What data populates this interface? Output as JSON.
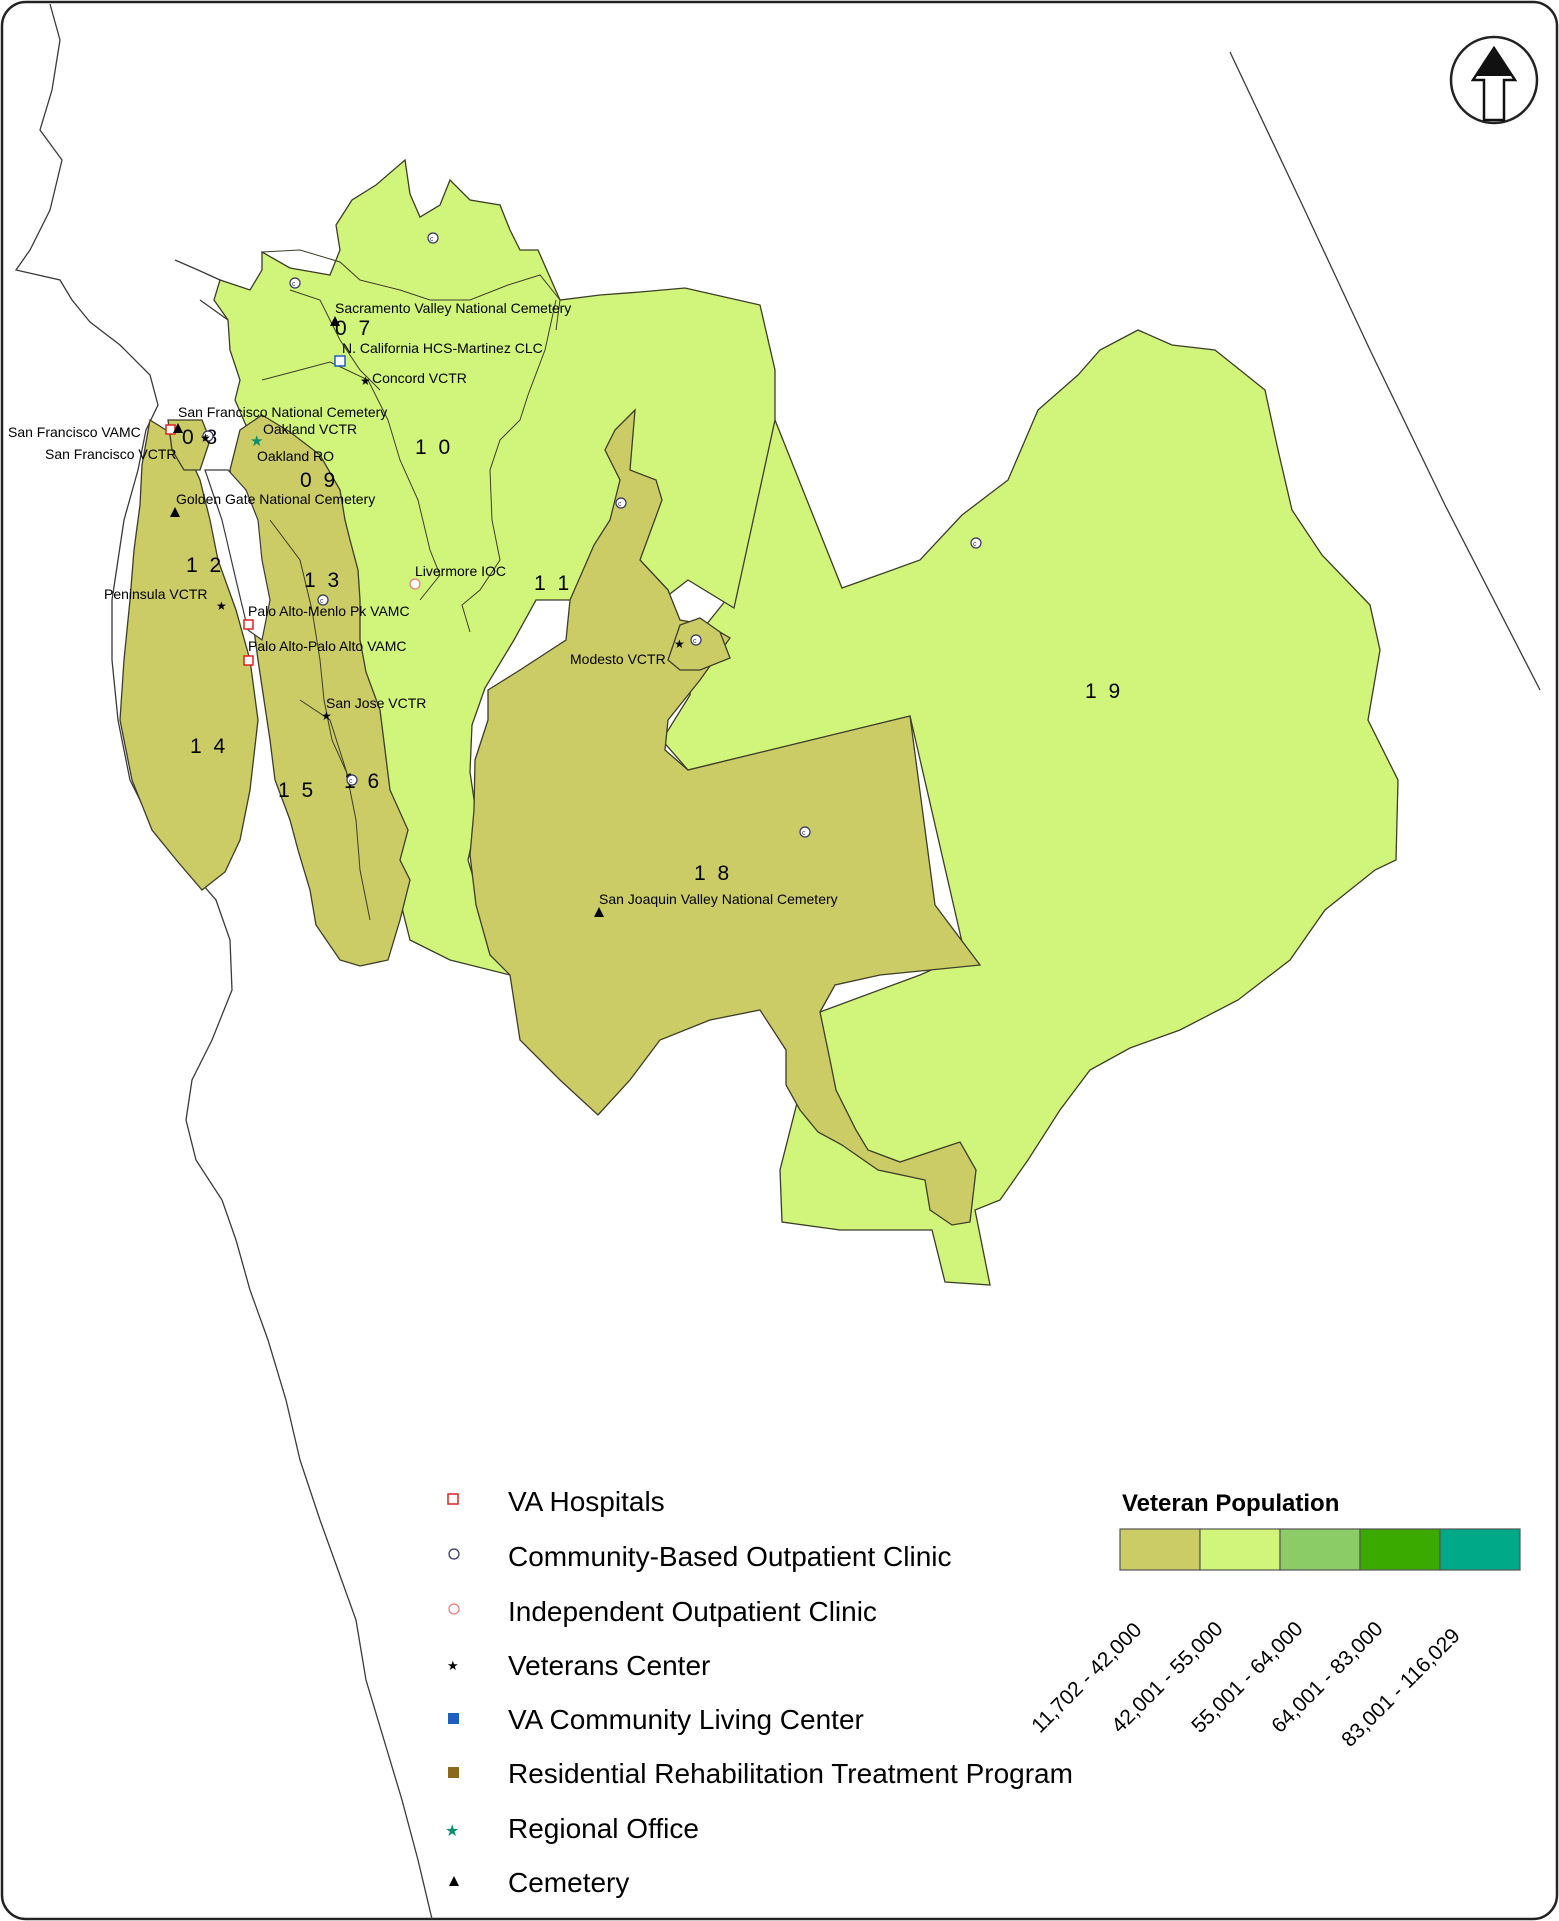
{
  "map": {
    "districts": [
      {
        "label": "0 7"
      },
      {
        "label": "0 8"
      },
      {
        "label": "0 9"
      },
      {
        "label": "1 0"
      },
      {
        "label": "1 1"
      },
      {
        "label": "1 2"
      },
      {
        "label": "1 3"
      },
      {
        "label": "1 4"
      },
      {
        "label": "1 5"
      },
      {
        "label": "1 6"
      },
      {
        "label": "1 8"
      },
      {
        "label": "1 9"
      }
    ],
    "facilities": [
      {
        "label": "Sacramento Valley National Cemetery"
      },
      {
        "label": "N. California HCS-Martinez CLC"
      },
      {
        "label": "Concord VCTR"
      },
      {
        "label": "San Francisco National Cemetery"
      },
      {
        "label": "San Francisco VAMC"
      },
      {
        "label": "Oakland VCTR"
      },
      {
        "label": "San Francisco VCTR"
      },
      {
        "label": "Oakland RO"
      },
      {
        "label": "Golden Gate National Cemetery"
      },
      {
        "label": "Livermore IOC"
      },
      {
        "label": "Peninsula VCTR"
      },
      {
        "label": "Palo Alto-Menlo Pk VAMC"
      },
      {
        "label": "Palo Alto-Palo Alto VAMC"
      },
      {
        "label": "Modesto VCTR"
      },
      {
        "label": "San Jose VCTR"
      },
      {
        "label": "San Joaquin Valley National Cemetery"
      }
    ]
  },
  "legend": {
    "items": [
      {
        "label": "VA Hospitals",
        "icon": "hospital-icon"
      },
      {
        "label": "Community-Based Outpatient Clinic",
        "icon": "cboc-icon"
      },
      {
        "label": "Independent Outpatient Clinic",
        "icon": "ioc-icon"
      },
      {
        "label": "Veterans Center",
        "icon": "star-icon"
      },
      {
        "label": "VA Community Living Center",
        "icon": "clc-icon"
      },
      {
        "label": "Residential Rehabilitation Treatment Program",
        "icon": "rrtp-icon"
      },
      {
        "label": "Regional Office",
        "icon": "regional-star-icon"
      },
      {
        "label": "Cemetery",
        "icon": "triangle-icon"
      }
    ]
  },
  "population": {
    "title": "Veteran Population",
    "bins": [
      {
        "label": "11,702 - 42,000",
        "color": "#cccc66"
      },
      {
        "label": "42,001 - 55,000",
        "color": "#d1f57a"
      },
      {
        "label": "55,001 - 64,000",
        "color": "#8ccc66"
      },
      {
        "label": "64,001 - 83,000",
        "color": "#3aaa00"
      },
      {
        "label": "83,001 - 116,029",
        "color": "#00aa88"
      }
    ]
  }
}
